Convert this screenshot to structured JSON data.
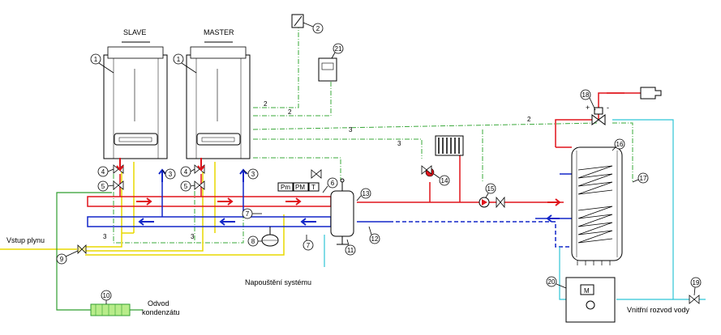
{
  "boilers": {
    "slave_label": "SLAVE",
    "master_label": "MASTER"
  },
  "labels": {
    "gas_inlet": "Vstup plynu",
    "condensate_drain_1": "Odvod",
    "condensate_drain_2": "kondenzátu",
    "system_filling": "Napouštění systému",
    "internal_water": "Vnitřní rozvod vody",
    "pm1": "Pm",
    "pm2": "PM",
    "t": "T",
    "plus": "+",
    "minus": "-",
    "motor": "M"
  },
  "cable_tags": [
    "2",
    "2",
    "2",
    "3",
    "3",
    "3",
    "3"
  ],
  "callouts": [
    "1",
    "1",
    "2",
    "3",
    "3",
    "4",
    "4",
    "5",
    "5",
    "6",
    "7",
    "7",
    "8",
    "9",
    "10",
    "11",
    "12",
    "13",
    "14",
    "15",
    "16",
    "17",
    "18",
    "19",
    "20",
    "21"
  ],
  "colors": {
    "flow_red": "#e0141b",
    "return_blue": "#1226c8",
    "gas_yellow": "#e8d800",
    "cable_green": "#3aa83a",
    "cold_water_cyan": "#2ec5d6",
    "condensate_green": "#6cc23c"
  }
}
